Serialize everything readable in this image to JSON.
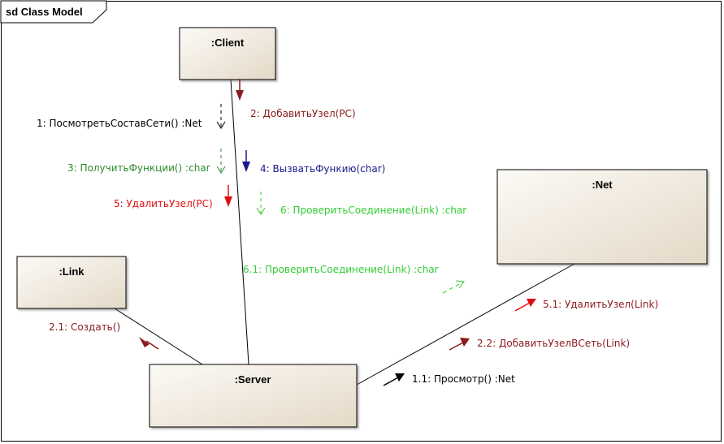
{
  "diagram": {
    "title": "sd Class Model",
    "objects": {
      "client": ":Client",
      "net": ":Net",
      "link": ":Link",
      "server": ":Server"
    },
    "messages": {
      "m1": "1: ПосмотретьСоставСети() :Net",
      "m2": "2: ДобавитьУзел(PC)",
      "m3": "3: ПолучитьФункции() :char",
      "m4": "4: ВызватьФункию(char)",
      "m5": "5: УдалитьУзел(PC)",
      "m6": "6: ПроверитьСоединение(Link) :char",
      "m61": "6.1: ПроверитьСоединение(Link) :char",
      "m51": "5.1: УдалитьУзел(Link)",
      "m21": "2.1: Создать()",
      "m22": "2.2: ДобавитьУзелВСеть(Link)",
      "m11": "1.1: Просмотр() :Net"
    },
    "colors": {
      "black": "#000000",
      "darkred": "#8b1a1a",
      "green": "#2e8b2e",
      "lightgreen": "#33cc33",
      "navy": "#1a1a8c",
      "red": "#e01010",
      "box_fill_light": "#fbf8f2",
      "box_fill_dark": "#e6dccb"
    }
  }
}
